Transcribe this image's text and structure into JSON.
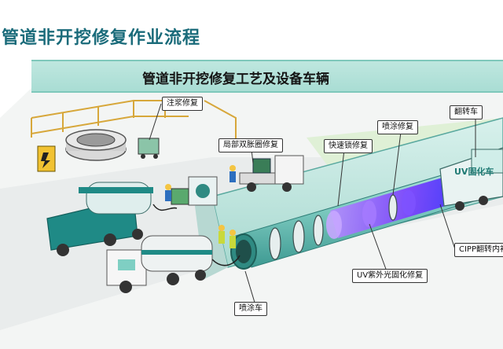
{
  "slide_title": "管道非开挖修复作业流程",
  "banner_title": "管道非开挖修复工艺及设备车辆",
  "callouts": {
    "grouting": "注浆修复",
    "local_double_expansion": "局部双胀圈修复",
    "quick_lock": "快速锁修复",
    "spray_coating": "喷涂修复",
    "flip_truck": "翻转车",
    "cipp": "CIPP翻转内衬",
    "uv_cured": "UV紫外光固化修复",
    "spray_truck": "喷涂车"
  },
  "truck_label": "UV固化车",
  "colors": {
    "teal_dark": "#1f8a86",
    "teal_light": "#7fcfc3",
    "ground": "#eeeeee",
    "pipe_glow": "#8a5cff"
  },
  "icons": [
    "manhole-icon",
    "warning-icon",
    "worker-icon",
    "truck-icon"
  ]
}
